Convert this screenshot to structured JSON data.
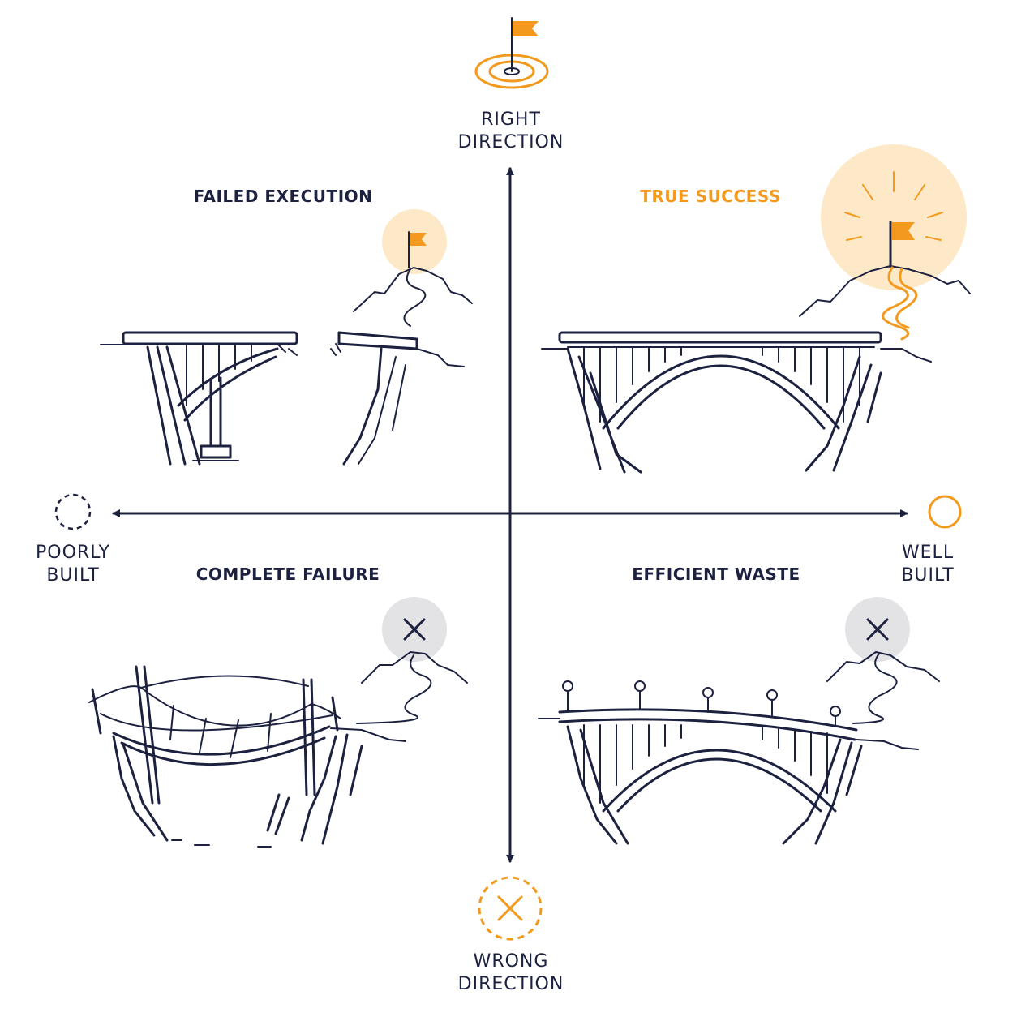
{
  "axes": {
    "top": {
      "line1": "RIGHT",
      "line2": "DIRECTION",
      "icon": "target-flag-icon"
    },
    "bottom": {
      "line1": "WRONG",
      "line2": "DIRECTION",
      "icon": "dashed-x-circle-icon"
    },
    "left": {
      "line1": "POORLY",
      "line2": "BUILT",
      "icon": "dashed-circle-icon"
    },
    "right": {
      "line1": "WELL",
      "line2": "BUILT",
      "icon": "solid-circle-icon"
    }
  },
  "quadrants": {
    "top_left": {
      "title": "FAILED EXECUTION",
      "icon": "broken-bridge-flag-icon"
    },
    "top_right": {
      "title": "TRUE SUCCESS",
      "icon": "arch-bridge-flag-icon"
    },
    "bottom_left": {
      "title": "COMPLETE FAILURE",
      "icon": "rope-bridge-x-icon"
    },
    "bottom_right": {
      "title": "EFFICIENT WASTE",
      "icon": "lamp-bridge-x-icon"
    }
  },
  "colors": {
    "ink": "#1c2140",
    "accent": "#f39a1e",
    "glow": "#fde9c8",
    "grey": "#e3e3e6"
  }
}
